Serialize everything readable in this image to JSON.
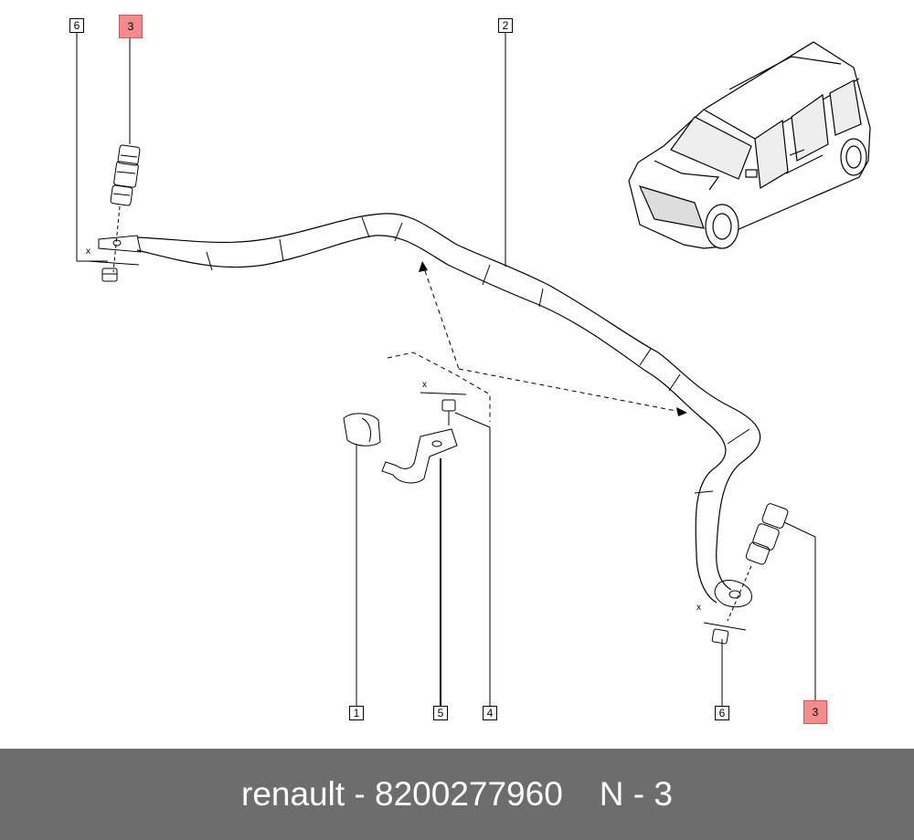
{
  "callouts": {
    "c6_left": "6",
    "c3_top": "3",
    "c2": "2",
    "c1": "1",
    "c5": "5",
    "c4": "4",
    "c6_bottom": "6",
    "c3_bottom": "3"
  },
  "dimension_marks": {
    "x_left": "x",
    "x_center": "x",
    "x_right": "x"
  },
  "footer": {
    "brand_part": "renault - 8200277960",
    "ref_part": "N - 3"
  },
  "colors": {
    "highlight": "#f08c8c",
    "footer_bg": "#6d6d6d"
  }
}
